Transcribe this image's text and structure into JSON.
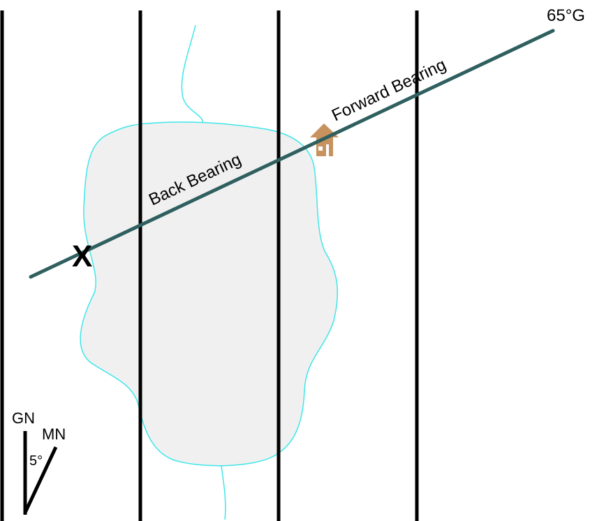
{
  "labels": {
    "bearing": "65°G",
    "forward": "Forward Bearing",
    "back": "Back Bearing",
    "position": "X",
    "grid_north": "GN",
    "magnetic_north": "MN",
    "declination": "5°"
  },
  "colors": {
    "bearing_line": "#2f5f5f",
    "lake_outline": "#3fe6ea",
    "lake_fill": "#f0f0f0",
    "house": "#c8925e",
    "grid": "#000000"
  },
  "icons": {
    "house": "house-icon"
  }
}
